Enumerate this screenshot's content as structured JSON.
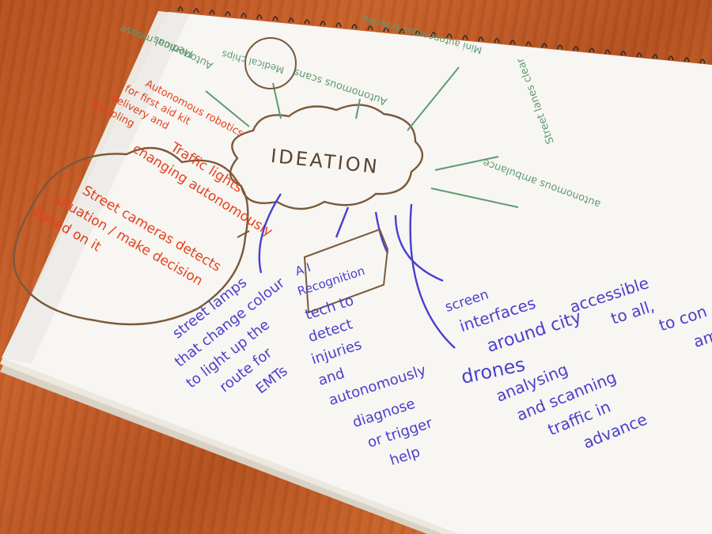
{
  "center": "IDEATION",
  "green_branches": {
    "medical_mouse": "Medical mouse",
    "autonomous": "Autonomous",
    "medical_chips": "Medical chips",
    "autonomous_scans": "Autonomous scans",
    "mini_autonomous_vehicles": "Mini autonomous vehicles",
    "clear_street_lanes": "Street lanes clear",
    "autonomous_ambulance": "autonomous ambulance"
  },
  "orange_branches": {
    "robotics_1": "Autonomous robotics",
    "robotics_2": "for first aid kit",
    "robotics_3": "delivery and",
    "robotics_4": "Sampling",
    "traffic_1": "Traffic lights",
    "traffic_2": "changing autonomously",
    "cameras_1": "Street cameras detects",
    "cameras_2": "situation / make decision",
    "cameras_3": "based on it"
  },
  "blue_branches": {
    "lamps_1": "street lamps",
    "lamps_2": "that change colour",
    "lamps_3": "to light up the",
    "lamps_4": "route for",
    "lamps_5": "EMTs",
    "ai_1": "A I",
    "ai_2": "Recognition",
    "ai_3": "tech to",
    "ai_4": "detect",
    "ai_5": "injuries",
    "ai_6": "and",
    "ai_7": "autonomously",
    "ai_8": "diagnose",
    "ai_9": "or trigger",
    "ai_10": "help",
    "drones": "drones",
    "analysing_1": "analysing",
    "analysing_2": "and scanning",
    "analysing_3": "traffic in",
    "analysing_4": "advance",
    "screen_1": "screen",
    "screen_2": "interfaces",
    "screen_3": "around city",
    "screen_4": "accessible",
    "screen_5": "to all,",
    "screen_6": "to con",
    "screen_7": "am"
  },
  "colors": {
    "paper": "#f7f6f2",
    "green_ink": "#5f9a73",
    "orange_ink": "#e8401c",
    "blue_ink": "#4a3fcf",
    "brown_ink": "#7a5a3a"
  }
}
